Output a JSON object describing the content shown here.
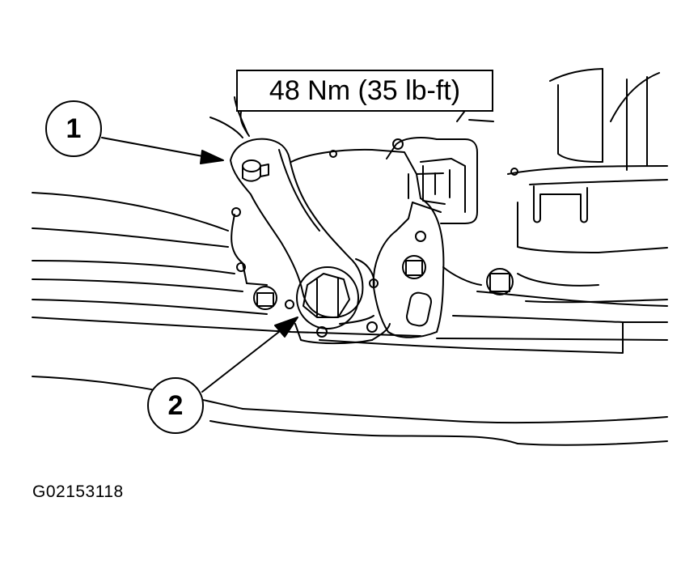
{
  "torque_label": "48 Nm (35 lb-ft)",
  "callouts": [
    "1",
    "2"
  ],
  "figure_code": "G02153118"
}
